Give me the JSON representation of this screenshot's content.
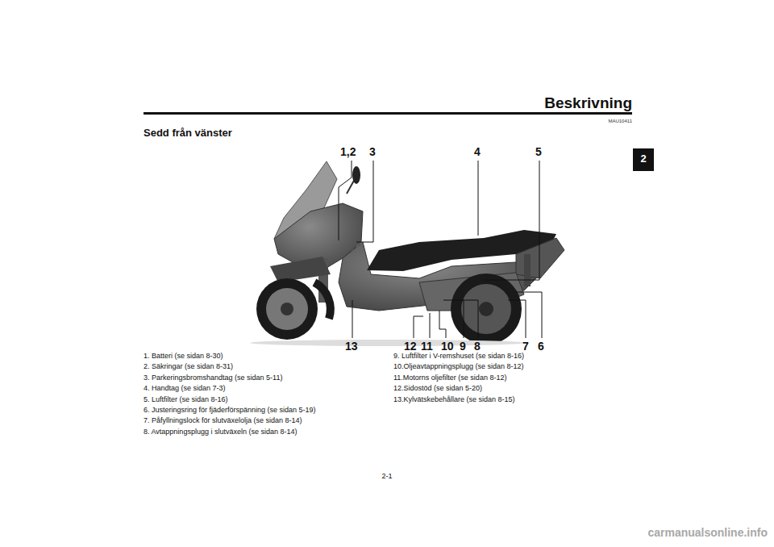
{
  "diagram": {
    "title": "Sedd från vänster",
    "labels": [
      "Beskrivning",
      "MAU10411",
      "2",
      "1,2",
      "3",
      "4",
      "5",
      "13",
      "12",
      "11",
      "10",
      "9",
      "8",
      "7",
      "6",
      "1. Batteri (se sidan 8-30)",
      "2. Säkringar (se sidan 8-31)",
      "3. Parkeringsbromshandtag (se sidan 5-11)",
      "4. Handtag (se sidan 7-3)",
      "5. Luftfilter (se sidan 8-16)",
      "6. Justeringsring för fjäderförspänning (se sidan 5-19)",
      "7. Påfyllningslock för slutväxelolja (se sidan 8-14)",
      "8. Avtappningsplugg i slutväxeln (se sidan 8-14)",
      "9. Luftfilter i V-remshuset (se sidan 8-16)",
      "10.Oljeavtappningsplugg (se sidan 8-12)",
      "11.Motorns oljefilter (se sidan 8-12)",
      "12.Sidostöd (se sidan 5-20)",
      "13.Kylvätskebehållare (se sidan 8-15)",
      "2-1",
      "carmanualsonline.info"
    ]
  }
}
